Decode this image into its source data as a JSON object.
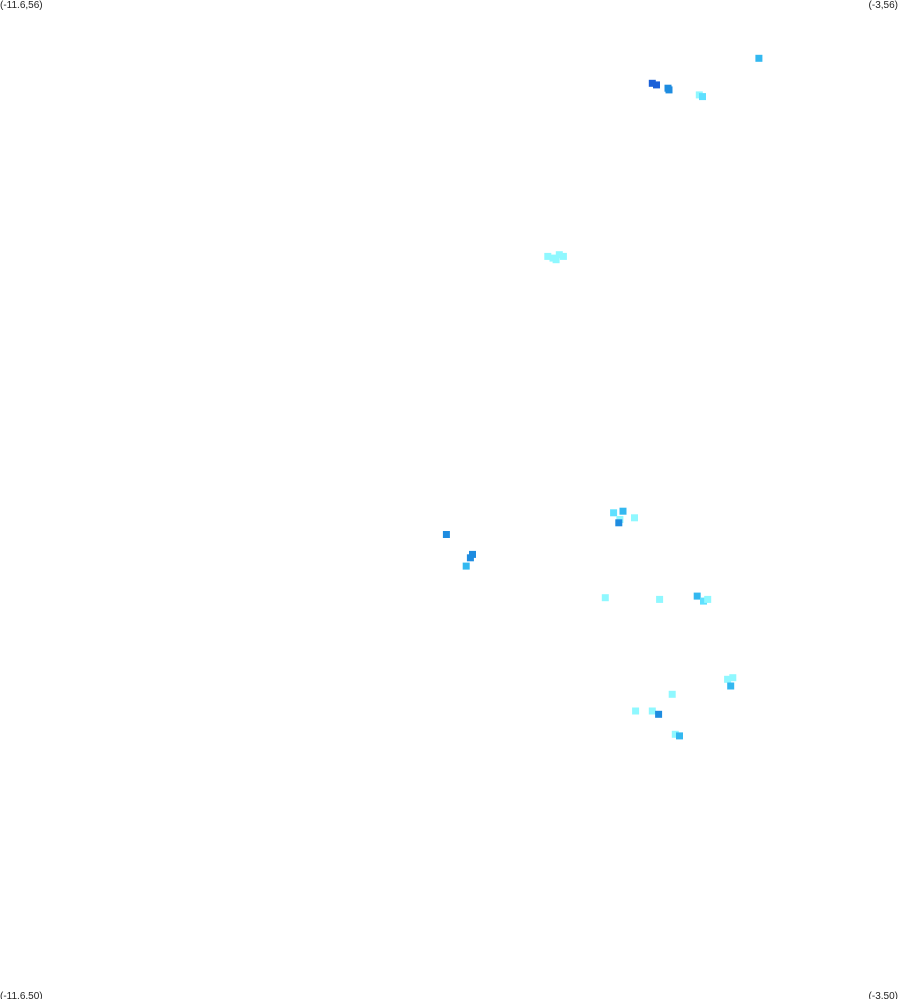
{
  "corners": {
    "top_left": "(-11.6,56)",
    "top_right": "(-3,56)",
    "bottom_left": "(-11.6,50)",
    "bottom_right": "(-3,50)"
  },
  "colors": {
    "background": "#ffffff",
    "palette": [
      "#8ff8ff",
      "#5ee0ff",
      "#33b8f0",
      "#1e8ce0",
      "#1a60d8"
    ]
  },
  "chart_data": {
    "type": "scatter",
    "xlim": [
      -11.6,
      -3
    ],
    "ylim": [
      50,
      56
    ],
    "points": [
      {
        "x": -4.34,
        "y": 55.65,
        "level": 2
      },
      {
        "x": -5.36,
        "y": 55.5,
        "level": 4
      },
      {
        "x": -5.32,
        "y": 55.49,
        "level": 4
      },
      {
        "x": -5.21,
        "y": 55.47,
        "level": 3
      },
      {
        "x": -5.2,
        "y": 55.46,
        "level": 3
      },
      {
        "x": -4.91,
        "y": 55.43,
        "level": 0
      },
      {
        "x": -4.88,
        "y": 55.42,
        "level": 1
      },
      {
        "x": -6.36,
        "y": 54.46,
        "level": 0
      },
      {
        "x": -6.31,
        "y": 54.45,
        "level": 0
      },
      {
        "x": -6.25,
        "y": 54.47,
        "level": 0
      },
      {
        "x": -6.21,
        "y": 54.46,
        "level": 0
      },
      {
        "x": -6.28,
        "y": 54.44,
        "level": 0
      },
      {
        "x": -5.73,
        "y": 52.92,
        "level": 1
      },
      {
        "x": -5.64,
        "y": 52.93,
        "level": 2
      },
      {
        "x": -5.53,
        "y": 52.89,
        "level": 0
      },
      {
        "x": -5.67,
        "y": 52.88,
        "level": 0
      },
      {
        "x": -5.68,
        "y": 52.86,
        "level": 3
      },
      {
        "x": -7.33,
        "y": 52.79,
        "level": 3
      },
      {
        "x": -7.08,
        "y": 52.67,
        "level": 3
      },
      {
        "x": -7.1,
        "y": 52.65,
        "level": 3
      },
      {
        "x": -7.14,
        "y": 52.6,
        "level": 2
      },
      {
        "x": -5.81,
        "y": 52.41,
        "level": 0
      },
      {
        "x": -5.29,
        "y": 52.4,
        "level": 0
      },
      {
        "x": -4.93,
        "y": 52.42,
        "level": 2
      },
      {
        "x": -4.87,
        "y": 52.39,
        "level": 1
      },
      {
        "x": -4.83,
        "y": 52.4,
        "level": 0
      },
      {
        "x": -4.64,
        "y": 51.92,
        "level": 0
      },
      {
        "x": -4.59,
        "y": 51.93,
        "level": 0
      },
      {
        "x": -4.61,
        "y": 51.88,
        "level": 2
      },
      {
        "x": -5.17,
        "y": 51.83,
        "level": 0
      },
      {
        "x": -5.52,
        "y": 51.73,
        "level": 0
      },
      {
        "x": -5.36,
        "y": 51.73,
        "level": 0
      },
      {
        "x": -5.3,
        "y": 51.71,
        "level": 3
      },
      {
        "x": -5.14,
        "y": 51.59,
        "level": 0
      },
      {
        "x": -5.1,
        "y": 51.58,
        "level": 2
      }
    ]
  }
}
